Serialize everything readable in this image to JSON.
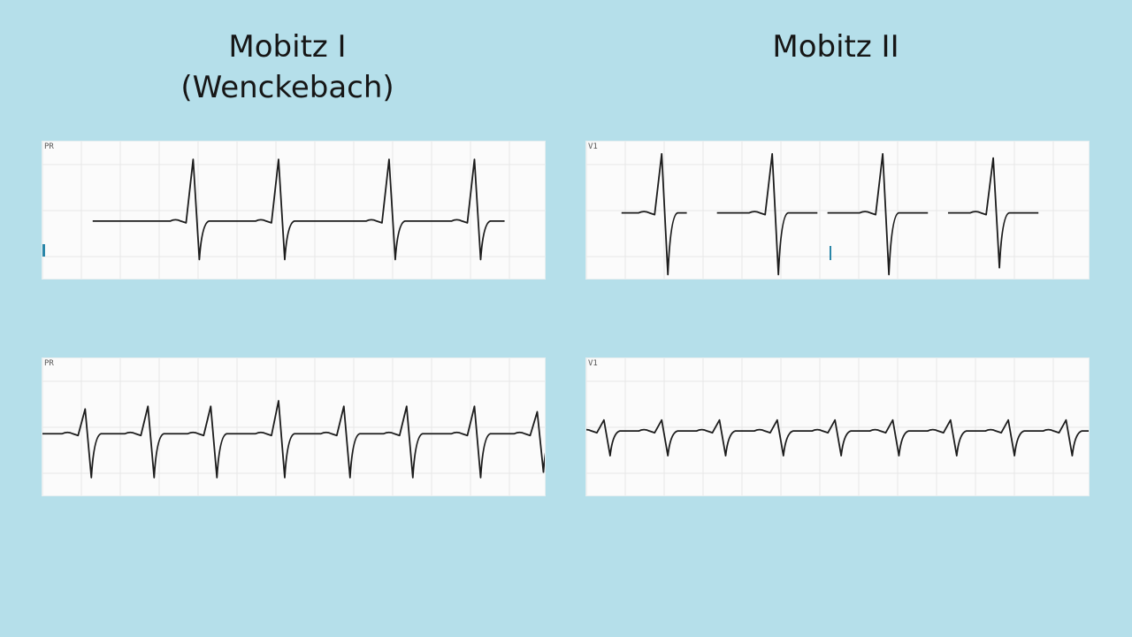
{
  "titles": {
    "left_line1": "Mobitz I",
    "left_line2": "(Wenckebach)",
    "right": "Mobitz II"
  },
  "strips": [
    {
      "id": "mobitz1-top",
      "lead": "PR",
      "baseline": 0.58,
      "pattern": "wenckebach",
      "beats": [
        {
          "x": 0.3,
          "h": 0.45,
          "d": 0.28
        },
        {
          "x": 0.47,
          "h": 0.45,
          "d": 0.28
        },
        {
          "x": 0.69,
          "h": 0.45,
          "d": 0.28
        },
        {
          "x": 0.86,
          "h": 0.45,
          "d": 0.28
        }
      ],
      "segments": [
        [
          0.1,
          0.92
        ]
      ],
      "colors": {
        "trace": "#1c1c1c",
        "grid": "#e7e7e7"
      }
    },
    {
      "id": "mobitz2-top",
      "lead": "V1",
      "baseline": 0.52,
      "pattern": "mobitz2",
      "beats": [
        {
          "x": 0.15,
          "h": 0.43,
          "d": 0.45
        },
        {
          "x": 0.37,
          "h": 0.43,
          "d": 0.45
        },
        {
          "x": 0.59,
          "h": 0.43,
          "d": 0.45
        },
        {
          "x": 0.81,
          "h": 0.4,
          "d": 0.4
        }
      ],
      "segments": [
        [
          0.07,
          0.2
        ],
        [
          0.26,
          0.46
        ],
        [
          0.48,
          0.68
        ],
        [
          0.72,
          0.9
        ]
      ],
      "colors": {
        "trace": "#1c1c1c",
        "grid": "#e7e7e7"
      }
    },
    {
      "id": "mobitz1-bottom",
      "lead": "PR",
      "baseline": 0.55,
      "pattern": "regular",
      "beats": [
        {
          "x": 0.085,
          "h": 0.18,
          "d": 0.32
        },
        {
          "x": 0.21,
          "h": 0.2,
          "d": 0.32
        },
        {
          "x": 0.335,
          "h": 0.2,
          "d": 0.32
        },
        {
          "x": 0.47,
          "h": 0.24,
          "d": 0.32
        },
        {
          "x": 0.6,
          "h": 0.2,
          "d": 0.32
        },
        {
          "x": 0.725,
          "h": 0.2,
          "d": 0.32
        },
        {
          "x": 0.86,
          "h": 0.2,
          "d": 0.32
        },
        {
          "x": 0.985,
          "h": 0.16,
          "d": 0.28
        }
      ],
      "segments": [
        [
          0.0,
          1.0
        ]
      ],
      "colors": {
        "trace": "#1c1c1c",
        "grid": "#e7e7e7"
      }
    },
    {
      "id": "mobitz2-bottom",
      "lead": "V1",
      "baseline": 0.53,
      "pattern": "regular",
      "beats": [
        {
          "x": 0.035,
          "h": 0.08,
          "d": 0.18
        },
        {
          "x": 0.15,
          "h": 0.08,
          "d": 0.18
        },
        {
          "x": 0.265,
          "h": 0.08,
          "d": 0.18
        },
        {
          "x": 0.38,
          "h": 0.08,
          "d": 0.18
        },
        {
          "x": 0.495,
          "h": 0.08,
          "d": 0.18
        },
        {
          "x": 0.61,
          "h": 0.08,
          "d": 0.18
        },
        {
          "x": 0.725,
          "h": 0.08,
          "d": 0.18
        },
        {
          "x": 0.84,
          "h": 0.08,
          "d": 0.18
        },
        {
          "x": 0.955,
          "h": 0.08,
          "d": 0.18
        }
      ],
      "segments": [
        [
          0.0,
          1.0
        ]
      ],
      "colors": {
        "trace": "#1c1c1c",
        "grid": "#e7e7e7"
      }
    }
  ]
}
